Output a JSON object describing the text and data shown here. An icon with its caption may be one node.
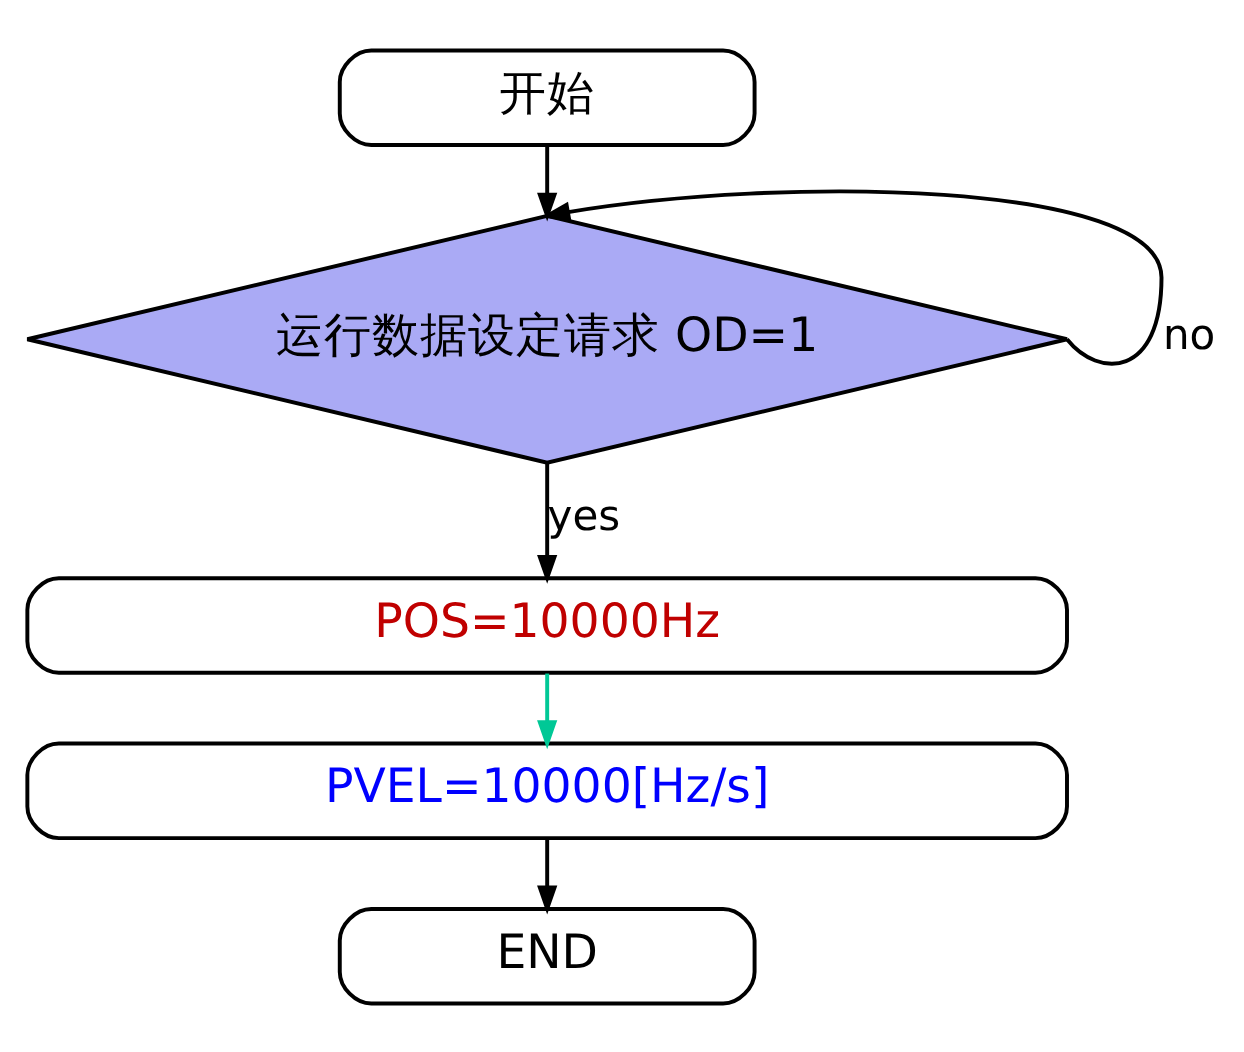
{
  "diagram": {
    "nodes": [
      {
        "text": [
          "开始"
        ]
      },
      {
        "text": [
          "运行数据设定请求 OD=1"
        ]
      },
      {
        "text": [
          "POS=10000Hz"
        ]
      },
      {
        "text": [
          "PVEL=10000[Hz/s]"
        ]
      },
      {
        "text": [
          "END"
        ]
      }
    ],
    "edges": [
      {
        "from": 0,
        "to": 1,
        "arrow": "to"
      },
      {
        "from": 1,
        "to": 2,
        "arrow": "to",
        "label": "yes"
      },
      {
        "from": 2,
        "to": 3,
        "arrow": "to",
        "color": "#00c896"
      },
      {
        "from": 3,
        "to": 4,
        "arrow": "to"
      },
      {
        "from": 1,
        "to": 1,
        "arrow": "to",
        "label": "no"
      }
    ]
  }
}
